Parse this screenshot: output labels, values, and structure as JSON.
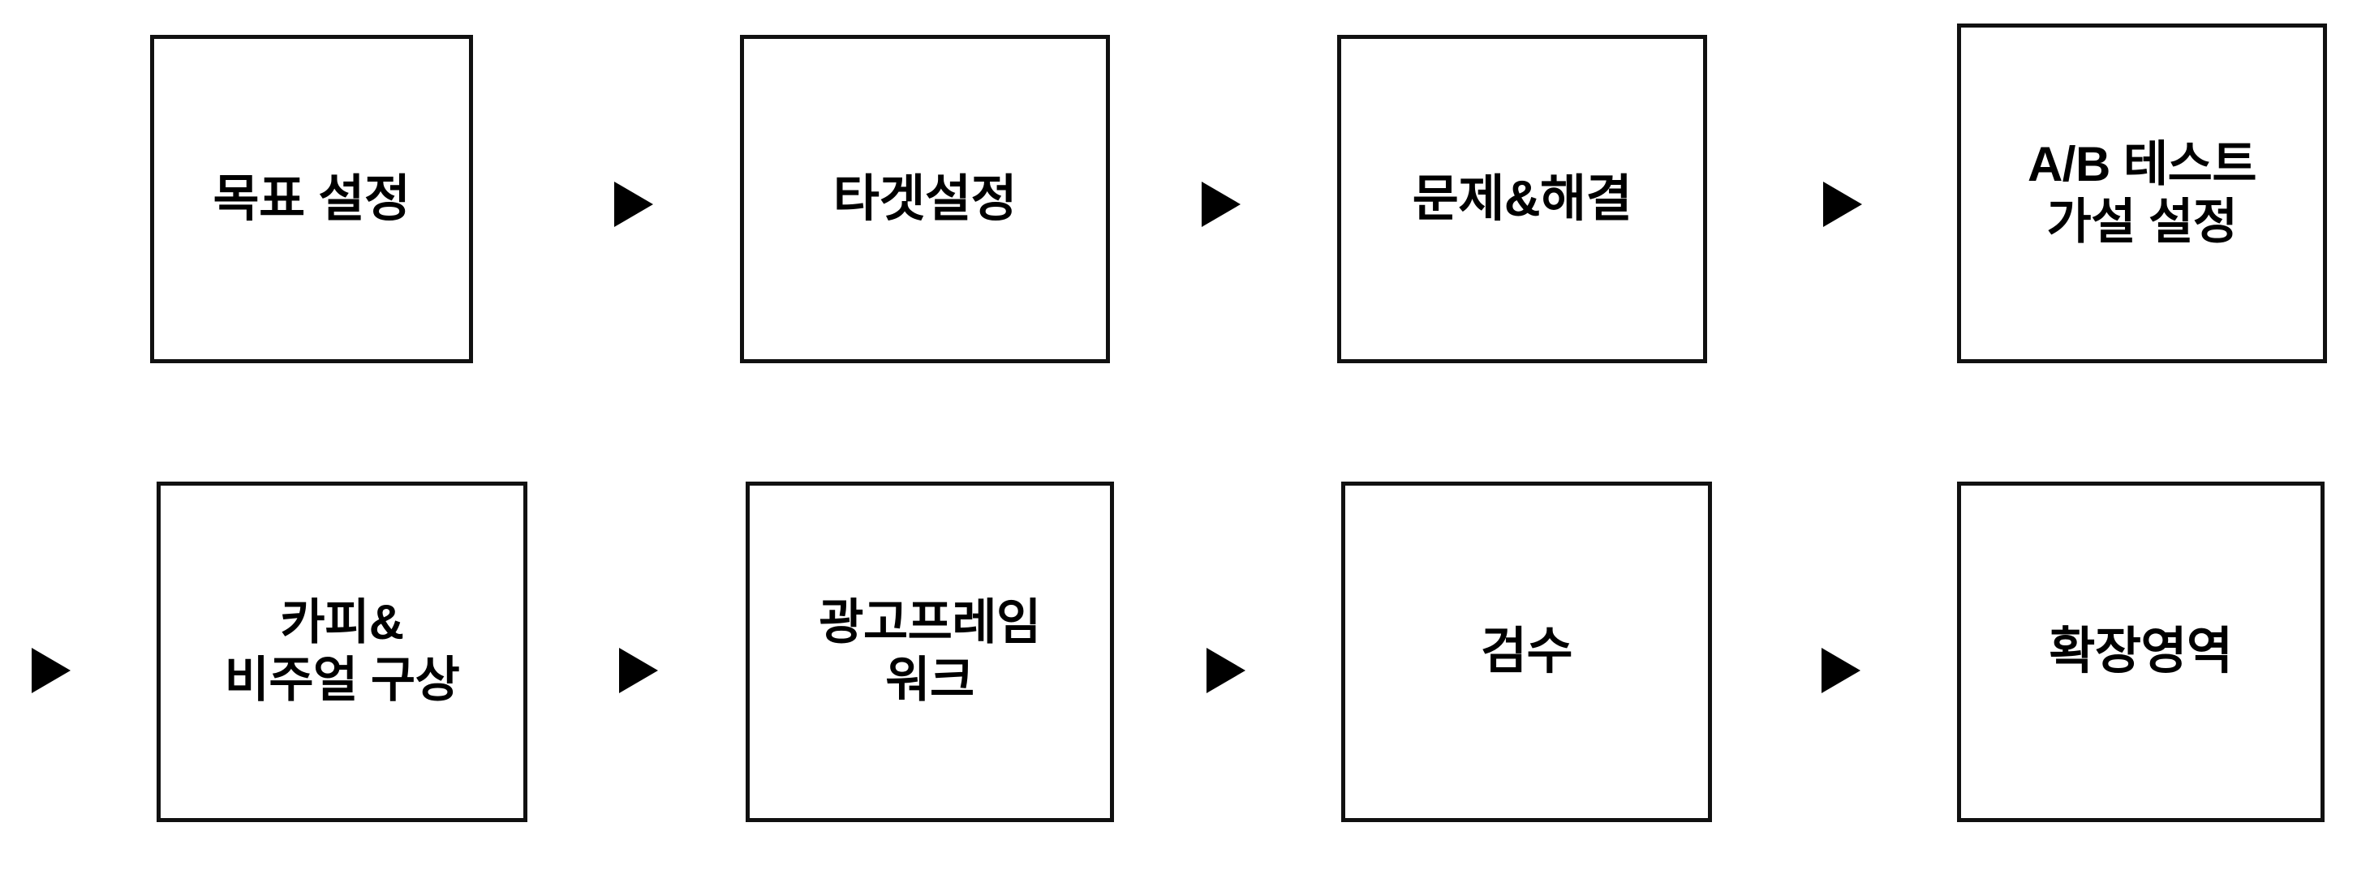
{
  "diagram": {
    "type": "process-flow",
    "orientation": "left-to-right, wrapping to second row",
    "colors": {
      "background": "#ffffff",
      "box_border": "#111111",
      "box_fill": "#ffffff",
      "text": "#000000",
      "arrow": "#000000"
    },
    "rows": [
      {
        "id": "row-1",
        "steps": [
          {
            "id": "goal",
            "label": "목표 설정",
            "lines": 1
          },
          {
            "id": "target",
            "label": "타겟설정",
            "lines": 1
          },
          {
            "id": "problem",
            "label": "문제&해결",
            "lines": 1
          },
          {
            "id": "abtest",
            "label": "A/B 테스트\n가설 설정",
            "lines": 2
          }
        ],
        "connectors": [
          {
            "id": "arrow-r1-1",
            "icon": "triangle-right-icon"
          },
          {
            "id": "arrow-r1-2",
            "icon": "triangle-right-icon"
          },
          {
            "id": "arrow-r1-3",
            "icon": "triangle-right-icon"
          }
        ]
      },
      {
        "id": "row-2",
        "steps": [
          {
            "id": "copy",
            "label": "카피&\n비주얼 구상",
            "lines": 2
          },
          {
            "id": "adframework",
            "label": "광고프레임\n워크",
            "lines": 2
          },
          {
            "id": "review",
            "label": "검수",
            "lines": 1
          },
          {
            "id": "expansion",
            "label": "확장영역",
            "lines": 1
          }
        ],
        "connectors": [
          {
            "id": "arrow-r2-0",
            "icon": "triangle-right-icon"
          },
          {
            "id": "arrow-r2-1",
            "icon": "triangle-right-icon"
          },
          {
            "id": "arrow-r2-2",
            "icon": "triangle-right-icon"
          },
          {
            "id": "arrow-r2-3",
            "icon": "triangle-right-icon"
          }
        ]
      }
    ]
  }
}
